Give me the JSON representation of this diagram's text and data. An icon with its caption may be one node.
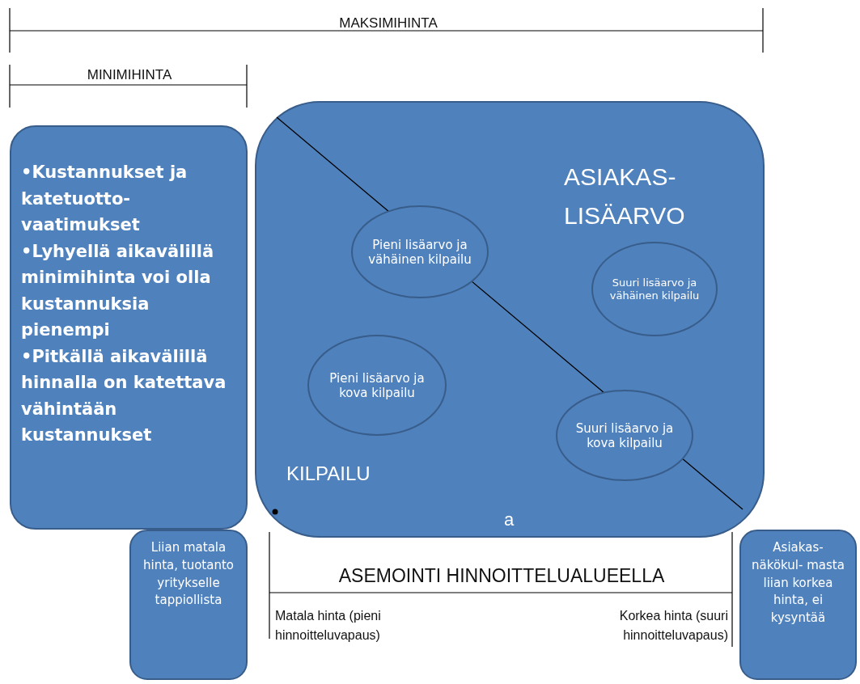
{
  "diagram": {
    "nodes": [
      {
        "text": [
          "•Kustannukset ja katetuotto- vaatimukset",
          "•Lyhyellä aikavälillä minimihinta voi olla kustannuksia pienempi",
          "•Pitkällä aikavälillä hinnalla on katettava vähintään kustannukset"
        ]
      },
      {
        "text": [
          "ASIAKAS- LISÄARVO",
          "KILPAILU",
          "a"
        ]
      },
      {
        "text": [
          "Pieni lisäarvo ja vähäinen kilpailu"
        ],
        "in": 1
      },
      {
        "text": [
          "Suuri lisäarvo ja vähäinen kilpailu"
        ],
        "in": 1
      },
      {
        "text": [
          "Pieni lisäarvo ja kova kilpailu"
        ],
        "in": 1
      },
      {
        "text": [
          "Suuri lisäarvo ja kova kilpailu"
        ],
        "in": 1
      },
      {
        "text": [
          "Liian matala hinta, tuotanto yritykselle tappiollista"
        ]
      },
      {
        "text": [
          "Asiakas- näkökul- masta liian korkea hinta, ei kysyntää"
        ]
      }
    ],
    "edges": [],
    "labels": [
      "MAKSIMIHINTA",
      "MINIMIHINTA",
      "ASEMOINTI HINNOITTELUALUEELLA",
      "Matala hinta (pieni hinnoitteluvapaus)",
      "Korkea hinta (suuri hinnoitteluvapaus)"
    ]
  }
}
